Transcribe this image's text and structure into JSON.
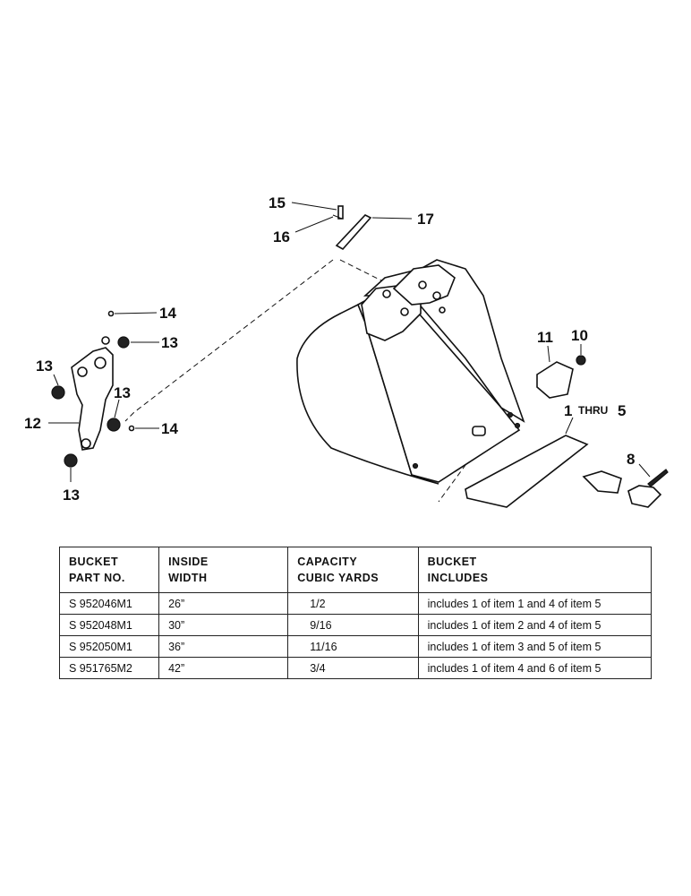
{
  "callouts": {
    "c15": "15",
    "c16": "16",
    "c17": "17",
    "c14a": "14",
    "c14b": "14",
    "c13a": "13",
    "c13b": "13",
    "c13c": "13",
    "c13d": "13",
    "c12": "12",
    "c11": "11",
    "c10": "10",
    "c8": "8",
    "c1thru5_num": "1",
    "c1thru5_thru": "THRU",
    "c1thru5_end": "5"
  },
  "table": {
    "headers": [
      [
        "BUCKET",
        "PART NO."
      ],
      [
        "INSIDE",
        "WIDTH"
      ],
      [
        "CAPACITY",
        "CUBIC YARDS"
      ],
      [
        "BUCKET",
        "INCLUDES"
      ]
    ],
    "rows": [
      [
        "S 952046M1",
        "26”",
        "1/2",
        "includes 1 of item 1 and 4 of item 5"
      ],
      [
        "S 952048M1",
        "30”",
        "9/16",
        "includes 1 of item 2 and 4 of item 5"
      ],
      [
        "S 952050M1",
        "36”",
        "11/16",
        "includes 1 of item 3 and 5 of item 5"
      ],
      [
        "S 951765M2",
        "42”",
        "3/4",
        "includes 1 of item 4 and 6 of item 5"
      ]
    ]
  }
}
